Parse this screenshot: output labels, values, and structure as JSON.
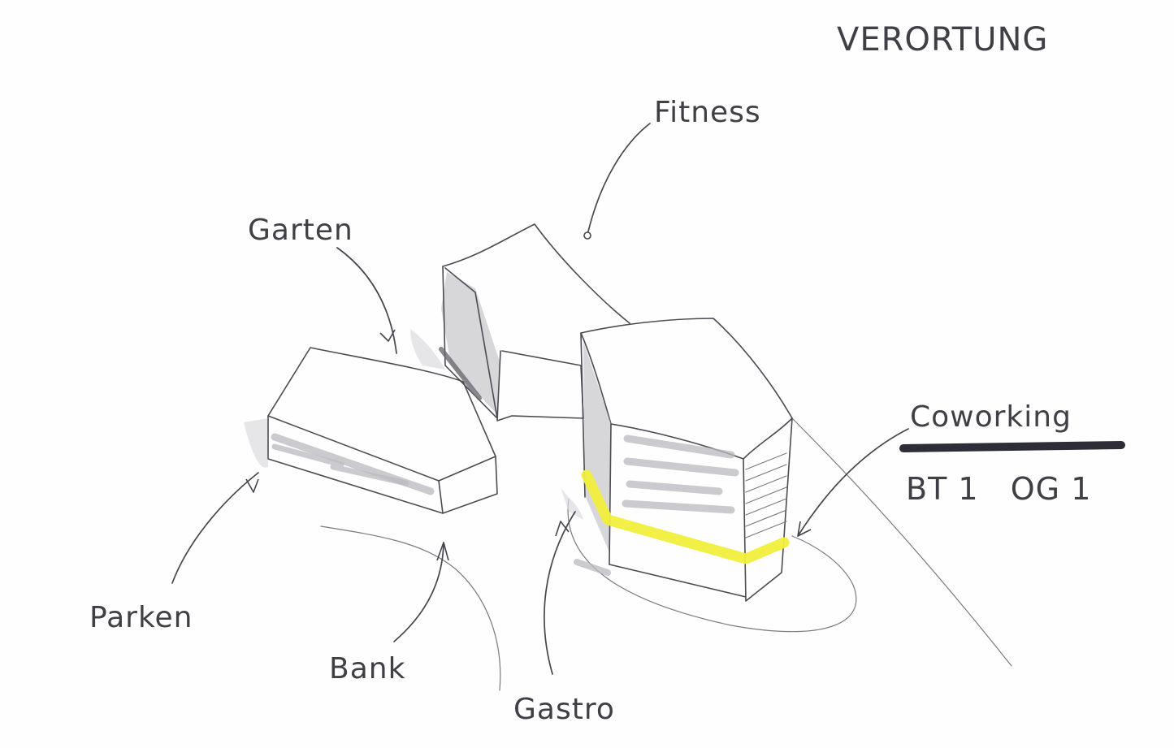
{
  "title": "VERORTUNG",
  "labels": {
    "fitness": "Fitness",
    "garten": "Garten",
    "coworking": "Coworking",
    "building_ref": "BT 1   OG 1",
    "parken": "Parken",
    "bank": "Bank",
    "gastro": "Gastro"
  },
  "colors": {
    "ink": "#45454e",
    "marker_gray": "#c9c9ce",
    "highlight_yellow": "#f1ee3c",
    "underline": "#2d2d38"
  }
}
